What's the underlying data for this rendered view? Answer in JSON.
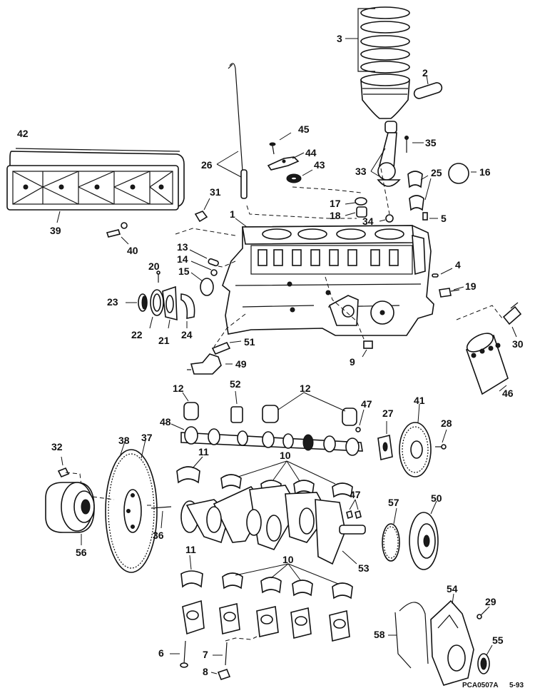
{
  "diagram": {
    "doc_code": "PCA0507A",
    "date_code": "5-93",
    "labels": {
      "l1": "1",
      "l2": "2",
      "l3": "3",
      "l4": "4",
      "l5": "5",
      "l6": "6",
      "l7": "7",
      "l8": "8",
      "l9": "9",
      "l10a": "10",
      "l10b": "10",
      "l11a": "11",
      "l11b": "11",
      "l12a": "12",
      "l12b": "12",
      "l13": "13",
      "l14": "14",
      "l15": "15",
      "l16": "16",
      "l17": "17",
      "l18": "18",
      "l19": "19",
      "l20": "20",
      "l21": "21",
      "l22": "22",
      "l23": "23",
      "l24": "24",
      "l25": "25",
      "l26": "26",
      "l27": "27",
      "l28": "28",
      "l29": "29",
      "l30": "30",
      "l31": "31",
      "l32": "32",
      "l33": "33",
      "l34": "34",
      "l35": "35",
      "l36": "36",
      "l37": "37",
      "l38": "38",
      "l39": "39",
      "l40": "40",
      "l41": "41",
      "l42": "42",
      "l43": "43",
      "l44": "44",
      "l45": "45",
      "l46": "46",
      "l47a": "47",
      "l47b": "47",
      "l48": "48",
      "l49": "49",
      "l50": "50",
      "l51": "51",
      "l52": "52",
      "l53": "53",
      "l54": "54",
      "l55": "55",
      "l56": "56",
      "l57": "57",
      "l58": "58"
    }
  }
}
